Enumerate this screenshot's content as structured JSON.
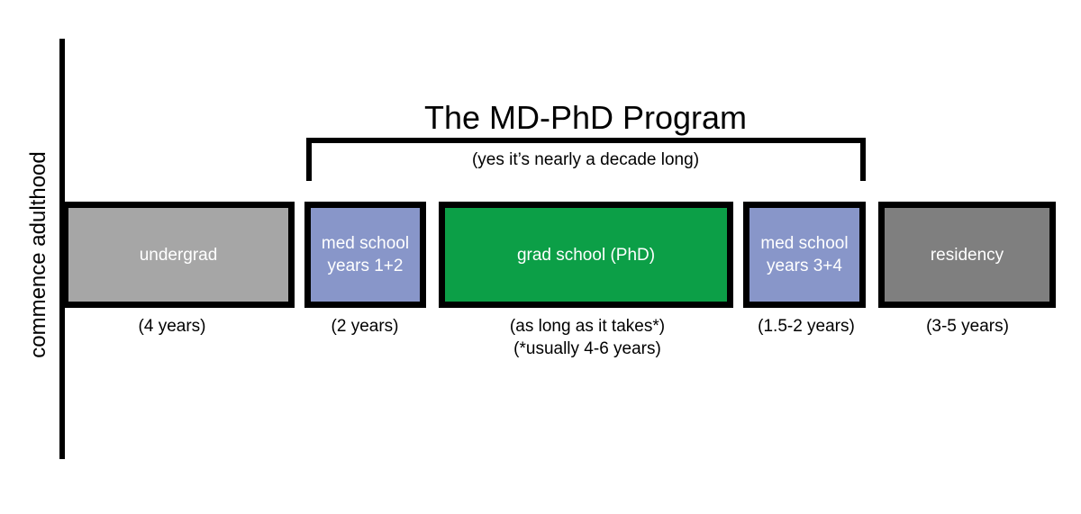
{
  "axis": {
    "label": "commence adulthood"
  },
  "program": {
    "title": "The MD-PhD Program",
    "subtitle": "(yes it’s nearly a decade long)"
  },
  "phases": [
    {
      "label": "undergrad",
      "duration": "(4 years)",
      "fill_color": "#a6a6a6"
    },
    {
      "label": "med school\nyears 1+2",
      "duration": "(2 years)",
      "fill_color": "#8896c9"
    },
    {
      "label": "grad school (PhD)",
      "duration": "(as long as it takes*)\n(*usually 4-6 years)",
      "fill_color": "#0c9f47"
    },
    {
      "label": "med school\nyears 3+4",
      "duration": "(1.5-2 years)",
      "fill_color": "#8896c9"
    },
    {
      "label": "residency",
      "duration": "(3-5 years)",
      "fill_color": "#7f7f7f"
    }
  ]
}
